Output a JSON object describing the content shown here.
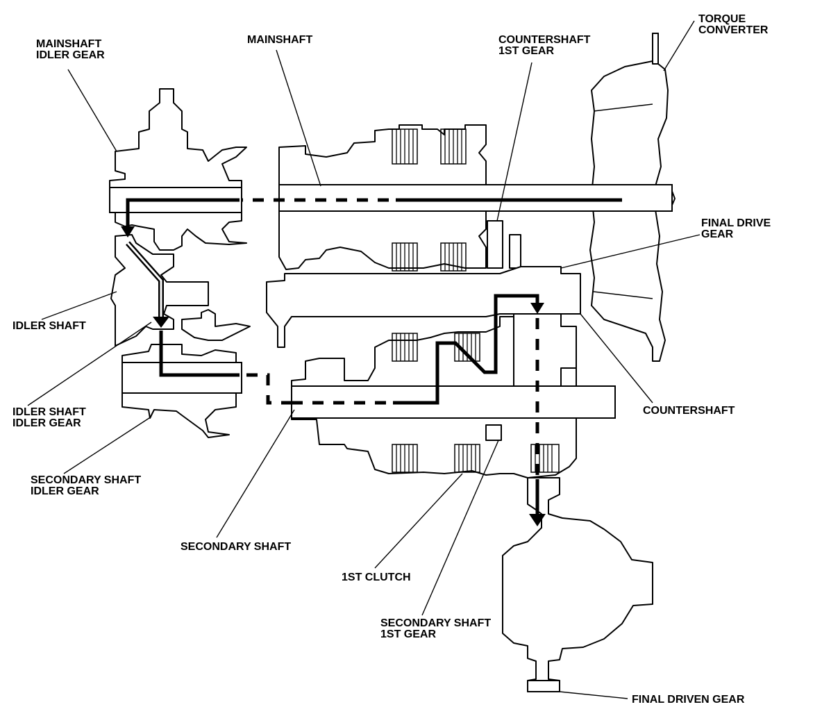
{
  "labels": {
    "mainshaft_idler_gear": [
      "MAINSHAFT",
      "IDLER GEAR"
    ],
    "mainshaft": [
      "MAINSHAFT"
    ],
    "countershaft_1st_gear": [
      "COUNTERSHAFT",
      "1ST GEAR"
    ],
    "torque_converter": [
      "TORQUE",
      "CONVERTER"
    ],
    "final_drive_gear": [
      "FINAL DRIVE",
      "GEAR"
    ],
    "idler_shaft": [
      "IDLER SHAFT"
    ],
    "idler_shaft_idler_gear": [
      "IDLER SHAFT",
      "IDLER GEAR"
    ],
    "secondary_shaft_idler_gear": [
      "SECONDARY SHAFT",
      "IDLER GEAR"
    ],
    "countershaft": [
      "COUNTERSHAFT"
    ],
    "secondary_shaft": [
      "SECONDARY SHAFT"
    ],
    "first_clutch": [
      "1ST CLUTCH"
    ],
    "secondary_shaft_1st_gear": [
      "SECONDARY SHAFT",
      "1ST GEAR"
    ],
    "final_driven_gear": [
      "FINAL DRIVEN GEAR"
    ]
  },
  "colors": {
    "line": "#000000",
    "background": "#ffffff"
  }
}
